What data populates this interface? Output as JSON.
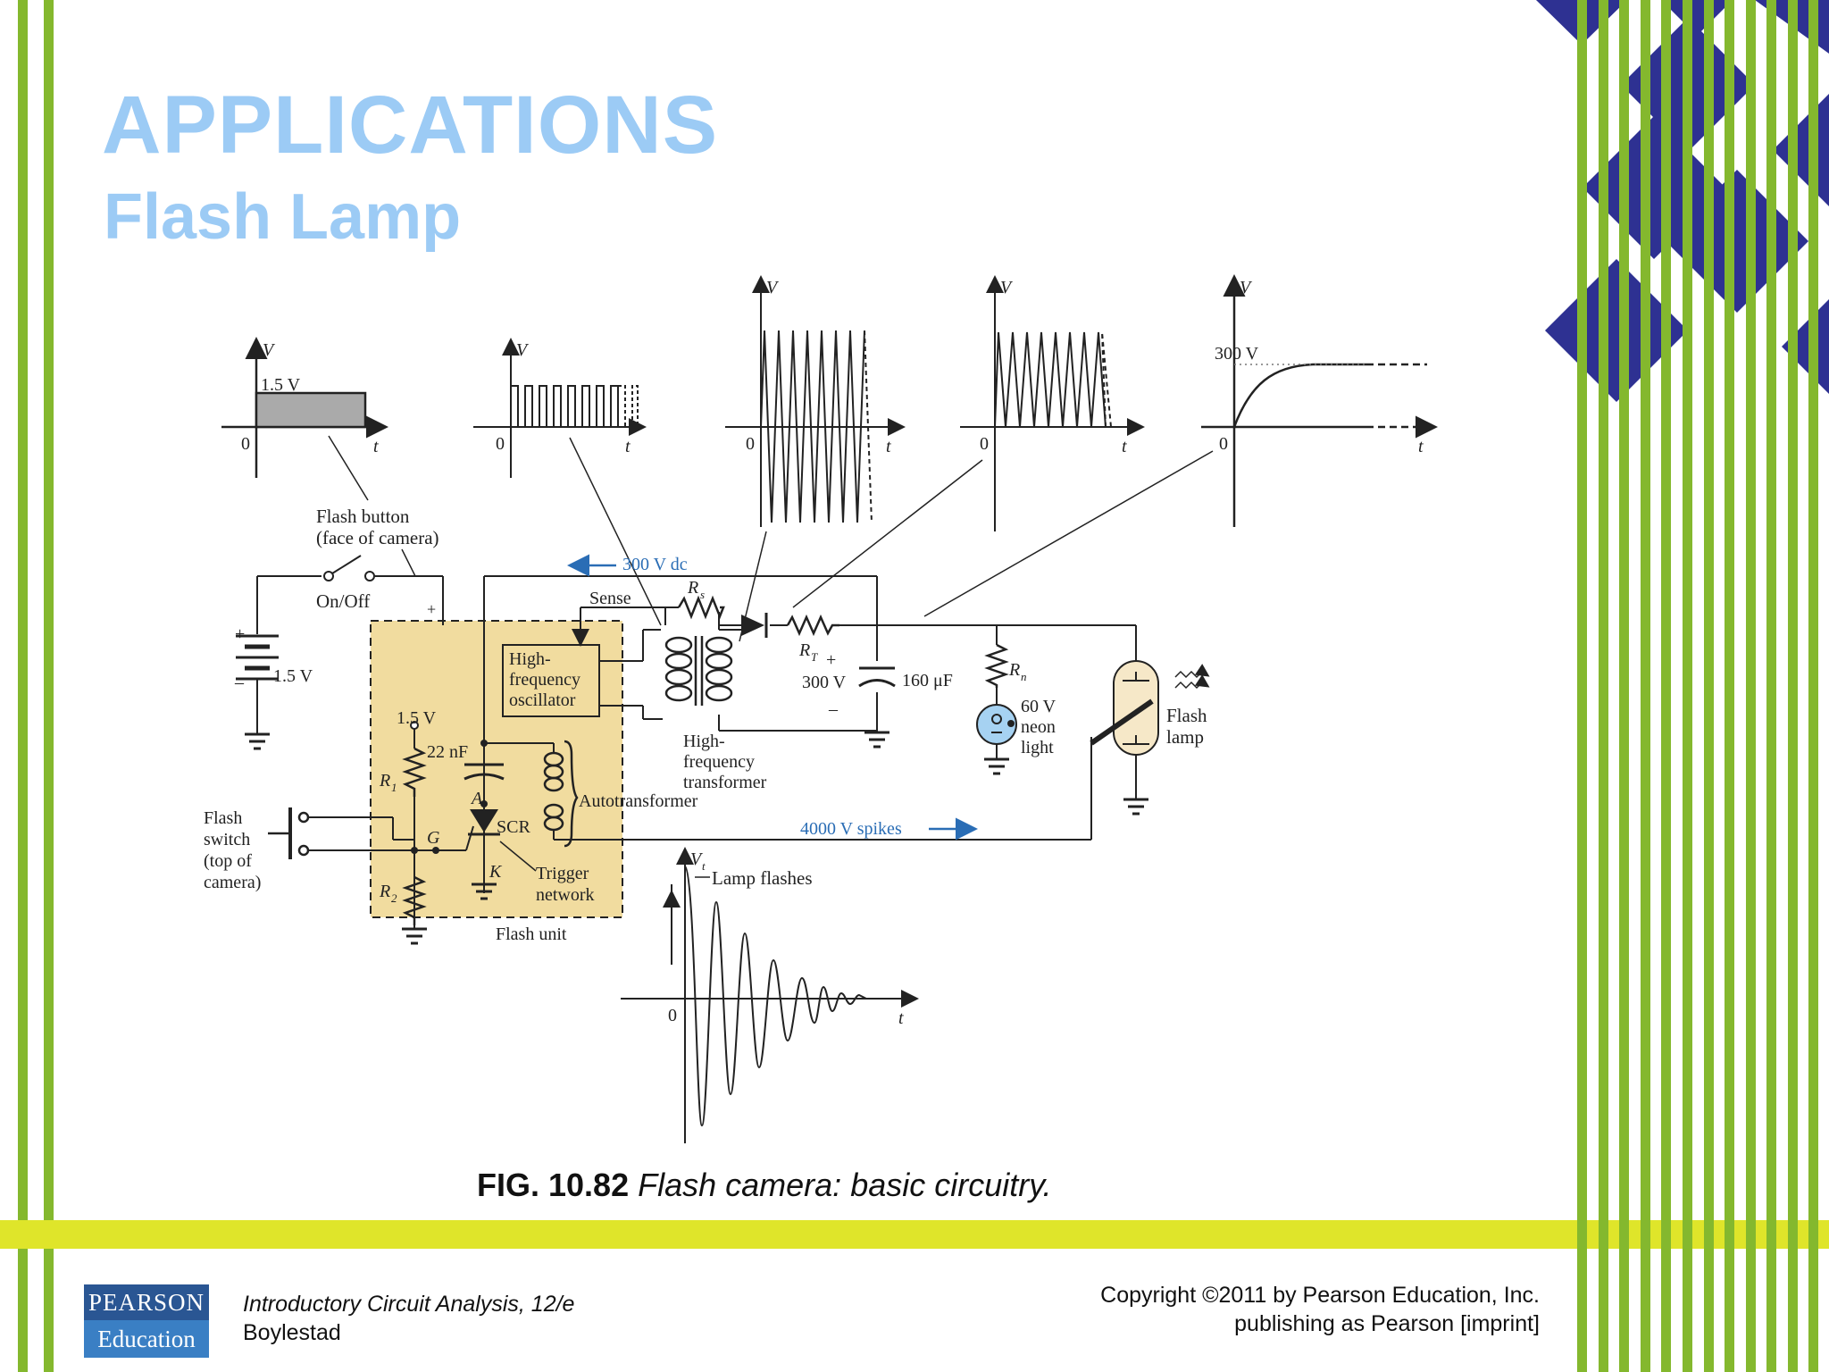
{
  "slide": {
    "title": "APPLICATIONS",
    "subtitle": "Flash Lamp",
    "caption_fig": "FIG. 10.82",
    "caption_text": "Flash camera: basic circuitry.",
    "footer_book": "Introductory Circuit Analysis, 12/e",
    "footer_author": "Boylestad",
    "footer_copy_1": "Copyright ©2011 by Pearson Education, Inc.",
    "footer_copy_2": "publishing as Pearson [imprint]",
    "logo_top": "PEARSON",
    "logo_bottom": "Education"
  },
  "colors": {
    "title": "#9ccbf5",
    "green_stripe": "#84b82e",
    "yellow_band": "#dfe52a",
    "diamond": "#2e3192",
    "flash_unit_fill": "#f1dc9f",
    "blue_label": "#2a6db5"
  },
  "diagram": {
    "graph_v": "V",
    "graph_t": "t",
    "graph_zero": "0",
    "graph1_level": "1.5 V",
    "graph5_level": "300 V",
    "graph_vt": "V",
    "graph_vt_sub": "t",
    "lamp_flashes": "Lamp flashes",
    "flash_button_1": "Flash button",
    "flash_button_2": "(face of camera)",
    "on_off": "On/Off",
    "dc_300": "300 V dc",
    "sense": "Sense",
    "r_s": "R",
    "r_s_sub": "s",
    "r_t": "R",
    "r_t_sub": "T",
    "r_n": "R",
    "r_n_sub": "n",
    "battery": "1.5 V",
    "plus": "+",
    "minus": "–",
    "osc_1": "High-",
    "osc_2": "frequency",
    "osc_3": "oscillator",
    "v15": "1.5 V",
    "nf22": "22 nF",
    "r1": "R",
    "r1_sub": "1",
    "r2": "R",
    "r2_sub": "2",
    "a": "A",
    "g": "G",
    "k": "K",
    "scr": "SCR",
    "trigger_1": "Trigger",
    "trigger_2": "network",
    "flash_unit": "Flash unit",
    "autotransformer": "Autotransformer",
    "hft_1": "High-",
    "hft_2": "frequency",
    "hft_3": "transformer",
    "v300": "300 V",
    "cap": "160 μF",
    "neon_1": "60 V",
    "neon_2": "neon",
    "neon_3": "light",
    "flash_lamp_1": "Flash",
    "flash_lamp_2": "lamp",
    "spikes": "4000 V spikes",
    "flash_switch_1": "Flash",
    "flash_switch_2": "switch",
    "flash_switch_3": "(top of",
    "flash_switch_4": "camera)"
  }
}
